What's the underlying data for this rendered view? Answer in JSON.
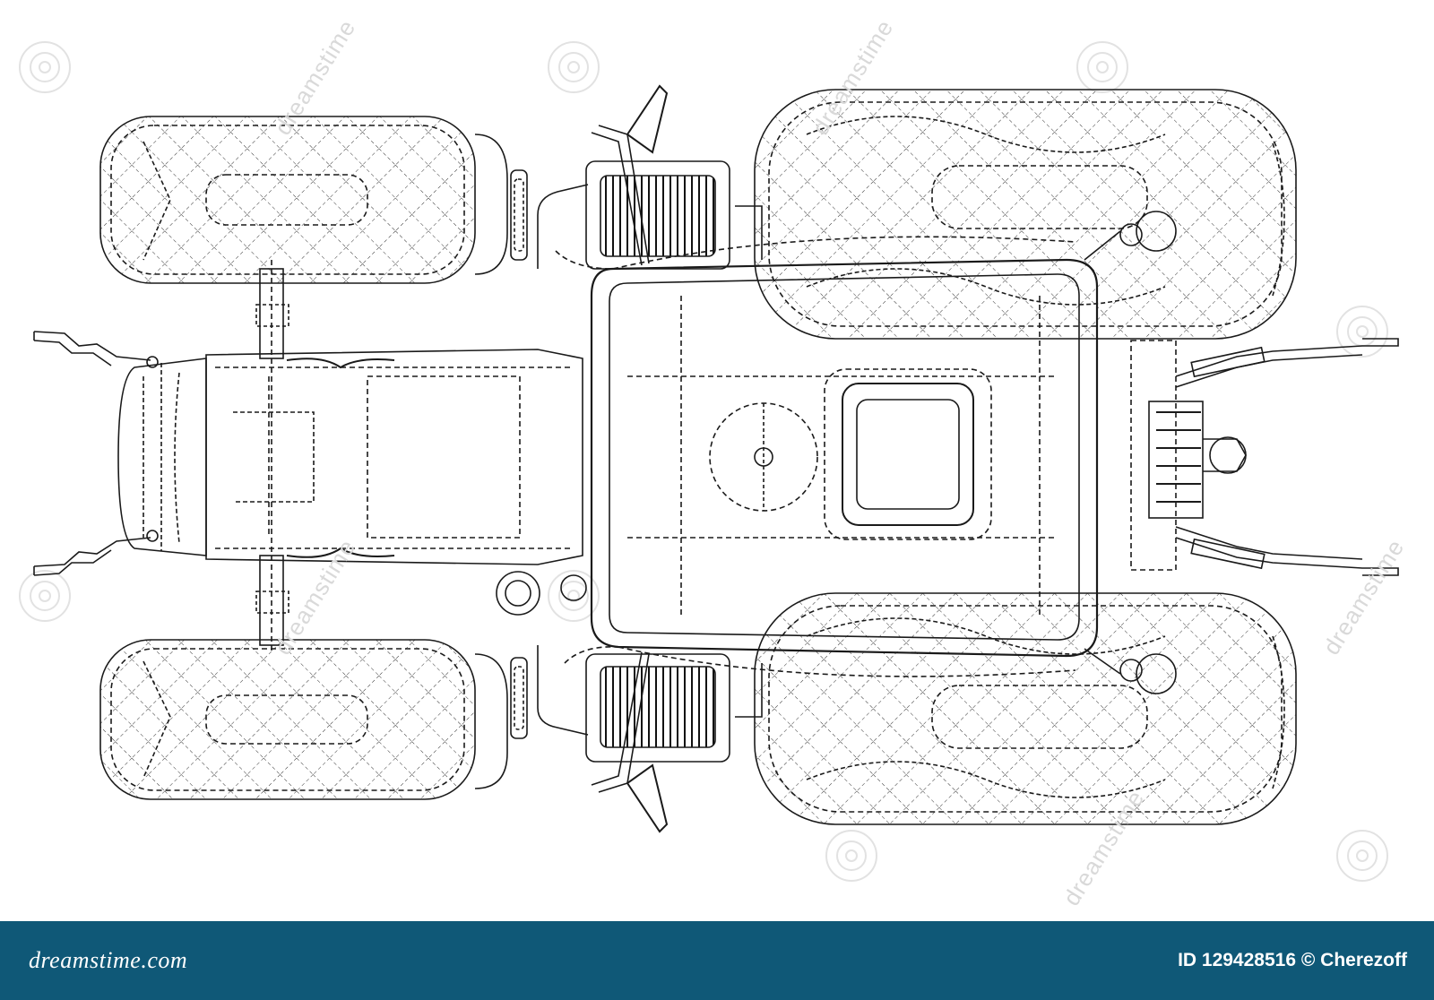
{
  "watermark": {
    "text": "dreamstime",
    "color": "#d9d9d9"
  },
  "footer": {
    "background": "#0f5877",
    "brand": "dreamstime.com",
    "credit": "ID 129428516 © Cherezoff"
  },
  "drawing": {
    "line_color": "#1a1a1a",
    "dash_color": "#333333"
  }
}
